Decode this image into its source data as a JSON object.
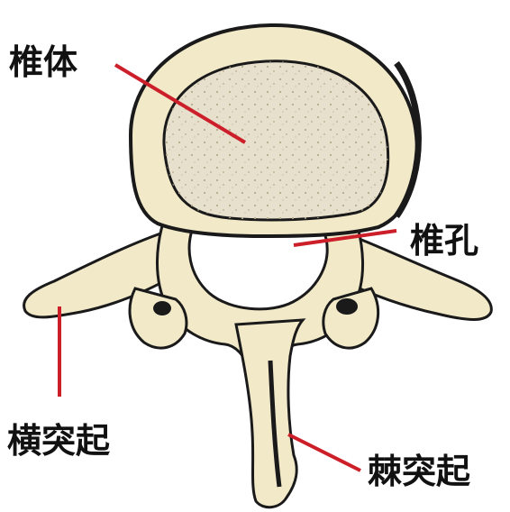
{
  "labels": {
    "vertebral_body": "椎体",
    "vertebral_foramen": "椎孔",
    "transverse_process": "横突起",
    "spinous_process": "棘突起"
  },
  "colors": {
    "bone": "#f2e9c9",
    "bone_shadow": "#d9cfa6",
    "outline": "#1a1a1a",
    "cancellous": "#e7e0cc",
    "speckle": "#b7ab8e",
    "leader_line": "#cc1f2a",
    "label_text": "#111111"
  }
}
